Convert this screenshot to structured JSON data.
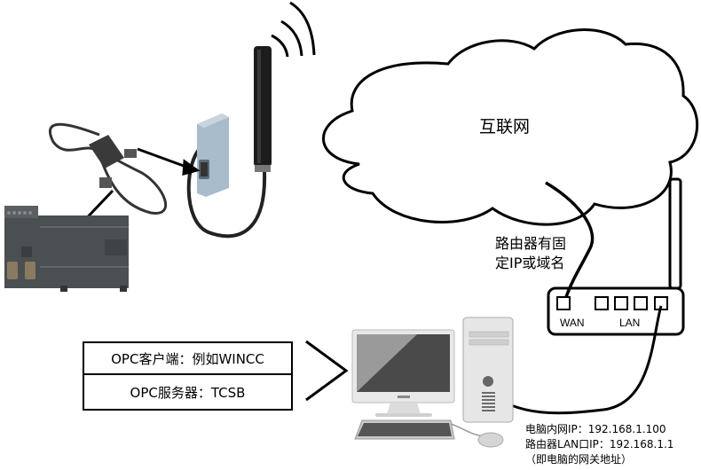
{
  "cloud": {
    "label": "互联网"
  },
  "router": {
    "note_line1": "路由器有固",
    "note_line2": "定IP或域名",
    "wan_label": "WAN",
    "lan_label": "LAN"
  },
  "opc": {
    "client": "OPC客户端：例如WINCC",
    "server": "OPC服务器：TCSB"
  },
  "network_info": {
    "line1": "电脑内网IP：192.168.1.100",
    "line2": "路由器LAN口IP：192.168.1.1",
    "line3": "（即电脑的网关地址）"
  },
  "colors": {
    "line": "#000000",
    "plc_body": "#4a4f52",
    "modem_body": "#a9bccb",
    "antenna": "#1c1c1c",
    "pc_case": "#e6e6e6",
    "screen": "#555555"
  }
}
